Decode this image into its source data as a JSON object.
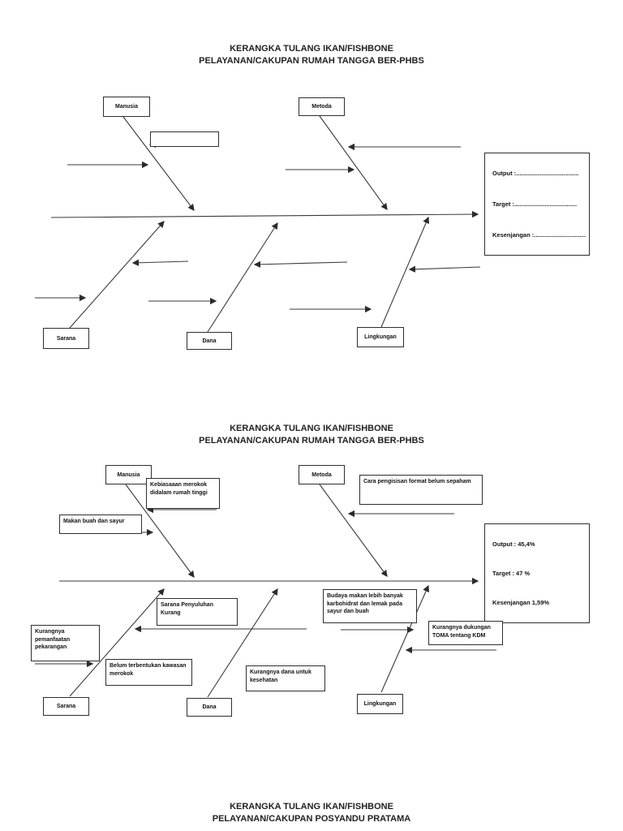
{
  "diagram1": {
    "type": "fishbone",
    "title_line1": "KERANGKA TULANG IKAN/FISHBONE",
    "title_line2": "PELAYANAN/CAKUPAN RUMAH TANGGA BER-PHBS",
    "categories": {
      "manusia": "Manusia",
      "metoda": "Metoda",
      "sarana": "Sarana",
      "dana": "Dana",
      "lingkungan": "Lingkungan"
    },
    "empty_cause_box": "",
    "effect": {
      "output": "Output :.....................................",
      "target": "Target :.....................................",
      "kesenjangan": "Kesenjangan :................................"
    }
  },
  "diagram2": {
    "type": "fishbone",
    "title_line1": "KERANGKA TULANG IKAN/FISHBONE",
    "title_line2": "PELAYANAN/CAKUPAN RUMAH TANGGA BER-PHBS",
    "categories": {
      "manusia": "Manusia",
      "metoda": "Metoda",
      "sarana": "Sarana",
      "dana": "Dana",
      "lingkungan": "Lingkungan"
    },
    "causes": {
      "kebiasaan": "Kebiasaaan merokok didalam rumah tinggi",
      "makan_buah": "Makan buah dan sayur",
      "cara_pengisisan": "Cara pengisisan format belum sepaham",
      "sarana_penyuluhan": "Sarana Penyuluhan Kurang",
      "budaya_makan": "Budaya makan lebih banyak karbohidrat dan lemak pada sayur dan buah",
      "kurangnya_pemanfaatan": "Kurangnya pemanfaatan pekarangan",
      "belum_terbentukan": "Belum terbentukan kawasan merokok",
      "kurangnya_dana": "Kurangnya dana untuk kesehatan",
      "kurangnya_dukungan": "Kurangnya dukungan TOMA tentang KDM"
    },
    "effect": {
      "output": "Output : 45,4%",
      "target": "Target : 47 %",
      "kesenjangan": "Kesenjangan 1,59%"
    }
  },
  "diagram3": {
    "title_line1": "KERANGKA TULANG IKAN/FISHBONE",
    "title_line2": "PELAYANAN/CAKUPAN POSYANDU PRATAMA"
  },
  "colors": {
    "line": "#333333",
    "text": "#1a1a1a",
    "background": "#ffffff"
  }
}
